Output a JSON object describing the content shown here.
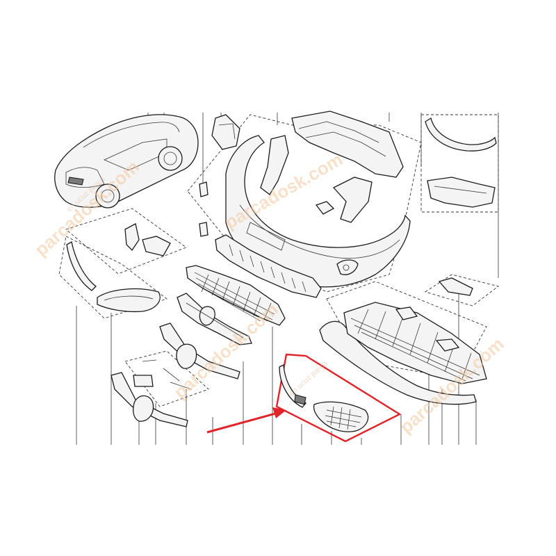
{
  "diagram": {
    "watermarks": [
      {
        "text": "parcadosk.com",
        "kind": "brand"
      },
      {
        "text": "parcadosk.com",
        "kind": "brand"
      },
      {
        "text": "parcadosk.com",
        "kind": "brand"
      },
      {
        "text": "parcadosk.com",
        "kind": "brand"
      },
      {
        "text": "en ucuz parça",
        "kind": "slogan"
      },
      {
        "text": "en ucuz parça",
        "kind": "slogan"
      }
    ],
    "highlight_color": "#e0242a",
    "line_color": "#222222"
  }
}
